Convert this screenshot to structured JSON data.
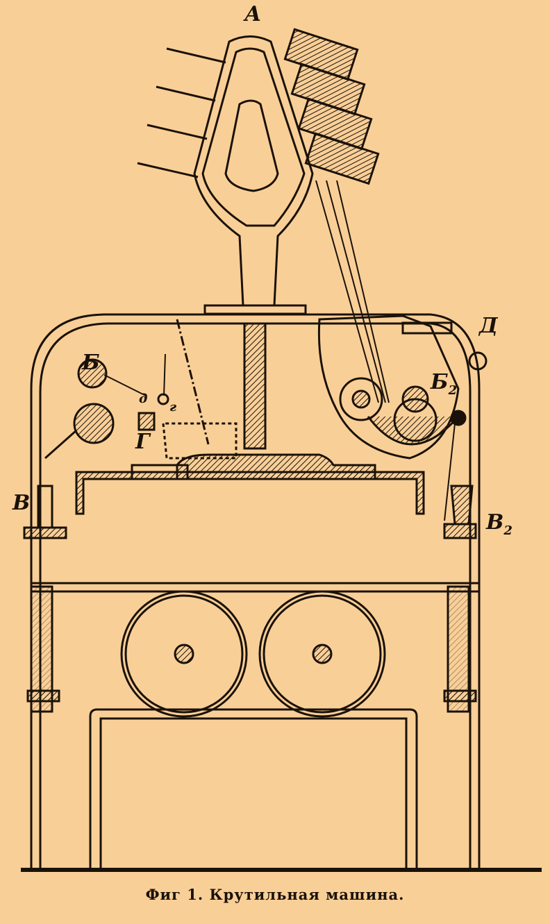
{
  "figure": {
    "caption": "Фиг 1. Крутильная машина.",
    "background_color": "#f9cf98",
    "ink_color": "#1a1208",
    "labels": {
      "A": "А",
      "B": "Б",
      "d_small": "д",
      "g_small": "г",
      "G": "Г",
      "V": "В",
      "B2": "Б",
      "B2_sub": "2",
      "V2": "В",
      "V2_sub": "2",
      "D": "Д"
    }
  }
}
